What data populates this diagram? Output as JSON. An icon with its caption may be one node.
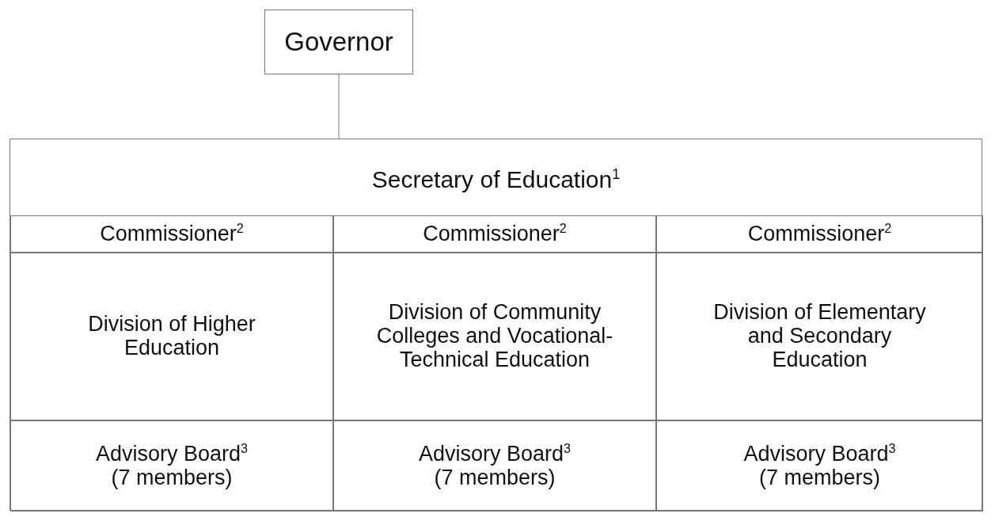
{
  "diagram": {
    "nodes": [
      {
        "text": [
          "Governor"
        ]
      },
      {
        "text": [
          "Secretary of Education$^{1}$"
        ]
      },
      {
        "text": [
          "Commissioner$^{2}$"
        ],
        "in": 1
      },
      {
        "text": [
          "Commissioner$^{2}$"
        ],
        "in": 1
      },
      {
        "text": [
          "Commissioner$^{2}$"
        ],
        "in": 1
      },
      {
        "text": [
          "Division of Higher Education"
        ],
        "in": 1
      },
      {
        "text": [
          "Division of Community Colleges and Vocational-Technical Education"
        ],
        "in": 1
      },
      {
        "text": [
          "Division of Elementary and Secondary Education"
        ],
        "in": 1
      },
      {
        "text": [
          "Advisory Board$^{3}$ (7 members)"
        ],
        "in": 1
      },
      {
        "text": [
          "Advisory Board$^{3}$ (7 members)"
        ],
        "in": 1
      },
      {
        "text": [
          "Advisory Board$^{3}$ (7 members)"
        ],
        "in": 1
      }
    ],
    "edges": [
      {
        "from": 0,
        "to": 1,
        "arrow": "none"
      }
    ]
  }
}
